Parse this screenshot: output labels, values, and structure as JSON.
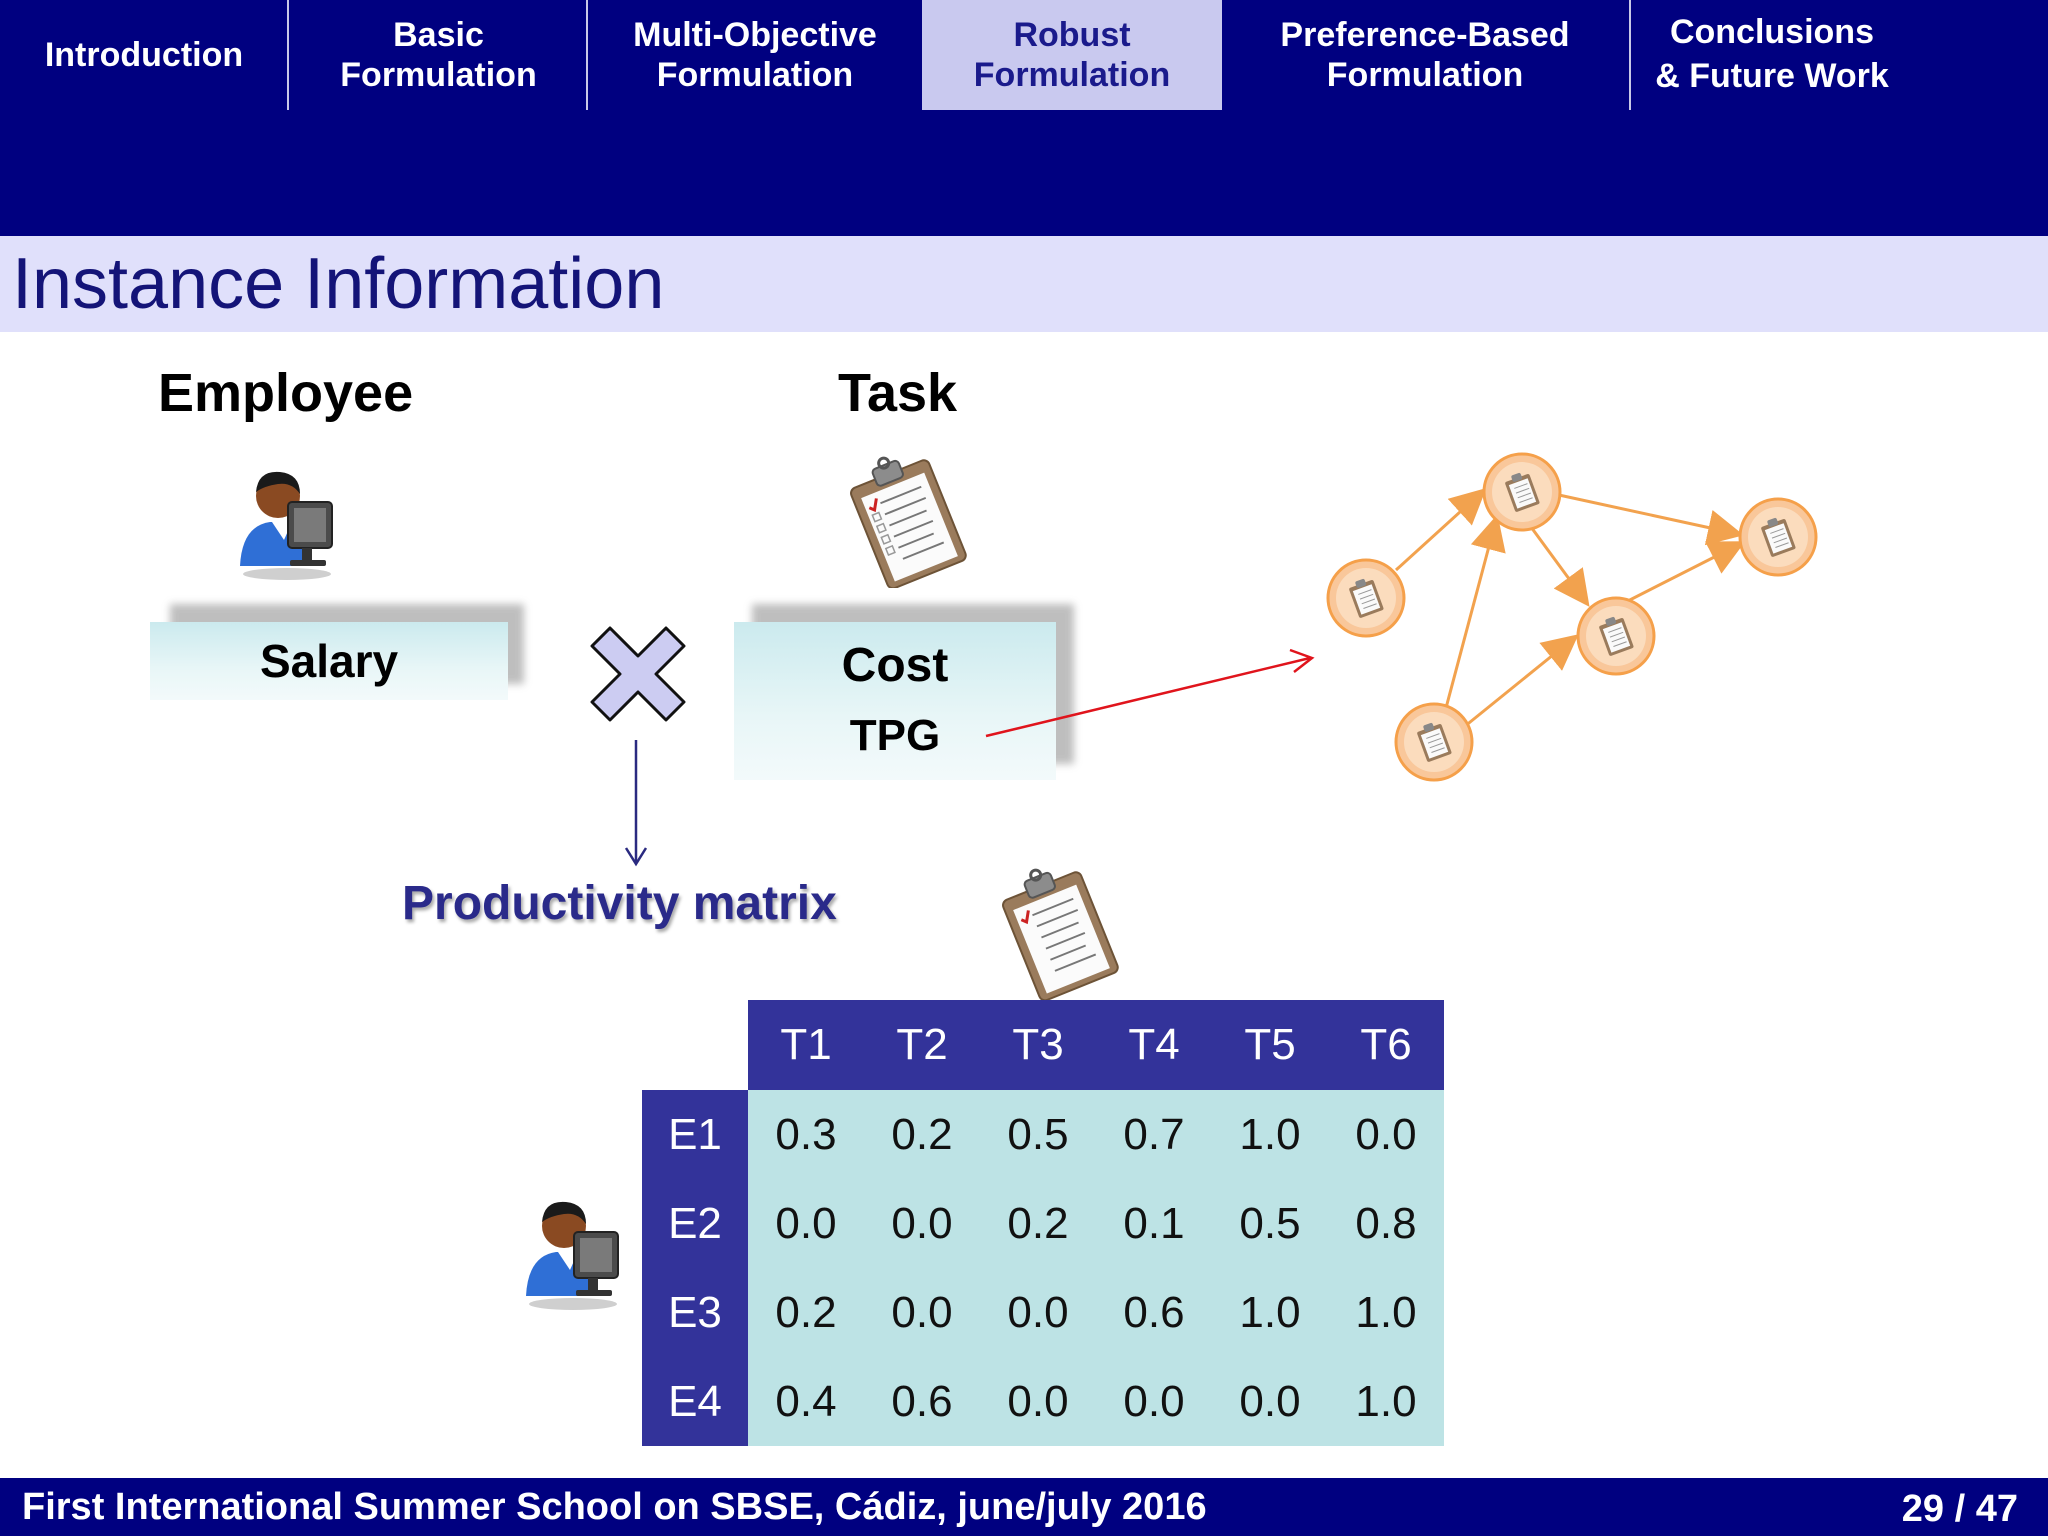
{
  "nav": {
    "tabs": [
      {
        "label": "Introduction"
      },
      {
        "label": "Basic\nFormulation"
      },
      {
        "label": "Multi-Objective\nFormulation"
      },
      {
        "label": "Robust\nFormulation",
        "active": true
      },
      {
        "label": "Preference-Based\nFormulation"
      },
      {
        "label": "Conclusions\n& Future Work"
      }
    ]
  },
  "slide": {
    "title": "Instance Information",
    "employee_heading": "Employee",
    "task_heading": "Task",
    "salary_label": "Salary",
    "cost_label": "Cost",
    "tpg_label": "TPG",
    "productivity_label": "Productivity matrix"
  },
  "matrix": {
    "columns": [
      "T1",
      "T2",
      "T3",
      "T4",
      "T5",
      "T6"
    ],
    "rows": [
      {
        "label": "E1",
        "values": [
          "0.3",
          "0.2",
          "0.5",
          "0.7",
          "1.0",
          "0.0"
        ]
      },
      {
        "label": "E2",
        "values": [
          "0.0",
          "0.0",
          "0.2",
          "0.1",
          "0.5",
          "0.8"
        ]
      },
      {
        "label": "E3",
        "values": [
          "0.2",
          "0.0",
          "0.0",
          "0.6",
          "1.0",
          "1.0"
        ]
      },
      {
        "label": "E4",
        "values": [
          "0.4",
          "0.6",
          "0.0",
          "0.0",
          "0.0",
          "1.0"
        ]
      }
    ]
  },
  "footer": {
    "text": "First International Summer School on SBSE, Cádiz, june/july 2016",
    "page_current": "29",
    "page_total": "/ 47"
  },
  "colors": {
    "nav_bg": "#000080",
    "title_bg": "#e0e0fb",
    "matrix_header": "#33339a",
    "matrix_cell": "#bde3e5",
    "graph_node": "#f5a04a",
    "graph_edge": "#f2a24e",
    "tpg_arrow": "#e0141c",
    "cross": "#ccccf2"
  },
  "icons": {
    "employee": "employee-at-computer-icon",
    "task": "clipboard-checklist-icon",
    "cross": "cross-multiply-icon"
  }
}
